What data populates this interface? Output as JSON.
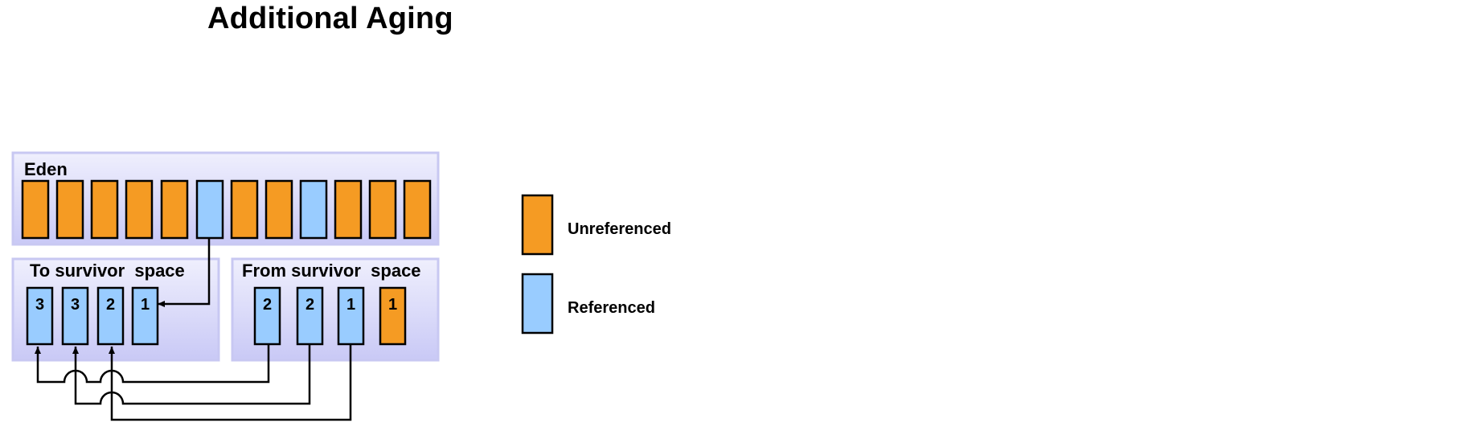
{
  "title": "Additional Aging",
  "colors": {
    "unreferenced": "#F59B23",
    "referenced": "#99CCFF",
    "panel_fill_top": "#EFEFFD",
    "panel_fill_bottom": "#C9C9F6",
    "panel_border": "#C8C8F2",
    "line": "#000000"
  },
  "eden": {
    "label": "Eden",
    "blocks": [
      "unreferenced",
      "unreferenced",
      "unreferenced",
      "unreferenced",
      "unreferenced",
      "referenced",
      "unreferenced",
      "unreferenced",
      "referenced",
      "unreferenced",
      "unreferenced",
      "unreferenced"
    ]
  },
  "to_space": {
    "label": "To survivor  space",
    "blocks": [
      {
        "age": "3",
        "state": "referenced"
      },
      {
        "age": "3",
        "state": "referenced"
      },
      {
        "age": "2",
        "state": "referenced"
      },
      {
        "age": "1",
        "state": "referenced"
      }
    ]
  },
  "from_space": {
    "label": "From survivor  space",
    "blocks": [
      {
        "age": "2",
        "state": "referenced"
      },
      {
        "age": "2",
        "state": "referenced"
      },
      {
        "age": "1",
        "state": "referenced"
      },
      {
        "age": "1",
        "state": "unreferenced"
      }
    ]
  },
  "legend": [
    {
      "label": "Unreferenced",
      "state": "unreferenced"
    },
    {
      "label": "Referenced",
      "state": "referenced"
    }
  ]
}
